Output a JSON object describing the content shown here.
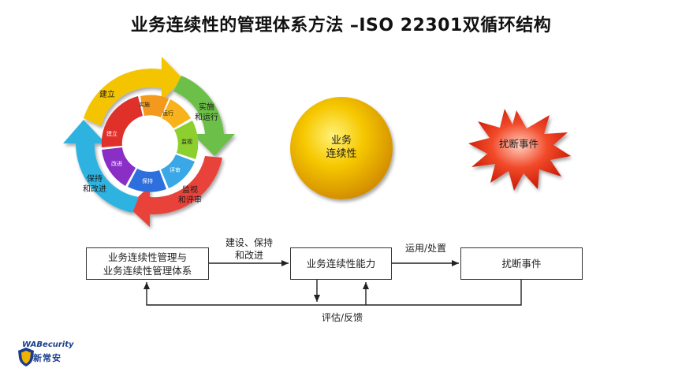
{
  "title": "业务连续性的管理体系方法 –ISO 22301双循环结构",
  "cycle": {
    "outer": {
      "build": "建立",
      "implement_line1": "实施",
      "implement_line2": "和运行",
      "monitor_line1": "监视",
      "monitor_line2": "和评审",
      "maintain_line1": "保持",
      "maintain_line2": "和改进"
    },
    "inner": {
      "implement": "实施",
      "operate": "运行",
      "monitor": "监视",
      "review": "评审",
      "maintain": "保持",
      "improve": "改进",
      "build": "建立"
    }
  },
  "center_circle": {
    "line1": "业务",
    "line2": "连续性"
  },
  "starburst": {
    "label": "扰断事件"
  },
  "flow": {
    "box_left_line1": "业务连续性管理与",
    "box_left_line2": "业务连续性管理体系",
    "box_mid": "业务连续性能力",
    "box_right": "扰断事件",
    "arrow1_line1": "建设、保持",
    "arrow1_line2": "和改进",
    "arrow2": "运用/处置",
    "feedback": "评估/反馈"
  },
  "logo": {
    "line1": "WABecurity",
    "line2": "新常安"
  },
  "colors": {
    "outer_yellow": "#f5c400",
    "outer_green": "#6cc04a",
    "outer_red": "#e8433a",
    "outer_cyan": "#2fb3e0",
    "inner_orange": "#f39a1e",
    "inner_lime": "#8ccf2f",
    "inner_blue": "#2d6fdc",
    "inner_purple": "#8a2fc6",
    "inner_red": "#e0302a",
    "sphere": "#f2b300",
    "star": "#e62010"
  }
}
